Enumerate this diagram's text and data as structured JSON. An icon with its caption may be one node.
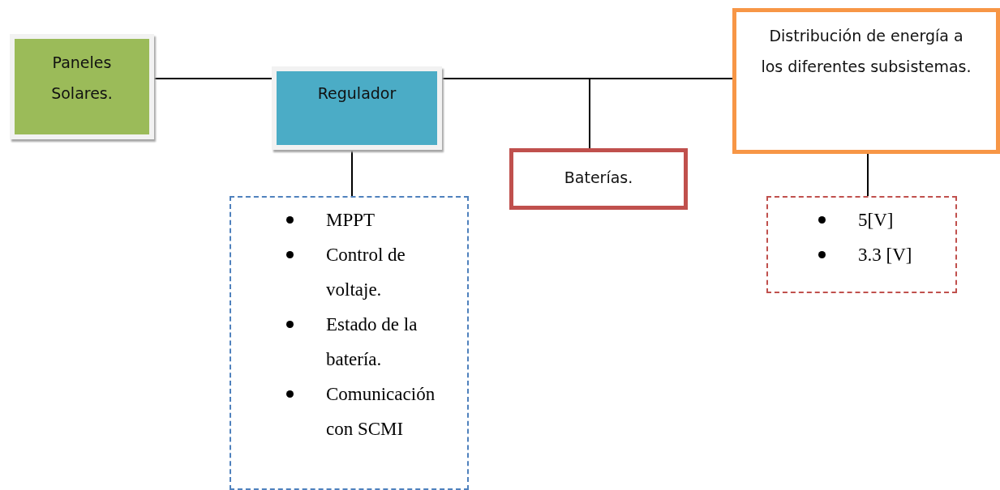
{
  "diagram": {
    "nodes": [
      {
        "text": [
          "Paneles Solares."
        ]
      },
      {
        "text": [
          "Regulador"
        ]
      },
      {
        "text": [
          "MPPT",
          "Control de voltaje.",
          "Estado de la batería.",
          "Comunicación con SCMI"
        ]
      },
      {
        "text": [
          "Baterías."
        ]
      },
      {
        "text": [
          "Distribución de energía a los diferentes subsistemas."
        ]
      },
      {
        "text": [
          "5[V]",
          "3.3 [V]"
        ]
      }
    ],
    "edges": [
      {
        "from": 0,
        "to": 1,
        "arrow": "none"
      },
      {
        "from": 1,
        "to": 4,
        "arrow": "none"
      },
      {
        "from": 1,
        "to": 3,
        "arrow": "none"
      },
      {
        "from": 1,
        "to": 2,
        "arrow": "none"
      },
      {
        "from": 4,
        "to": 5,
        "arrow": "none"
      }
    ]
  }
}
